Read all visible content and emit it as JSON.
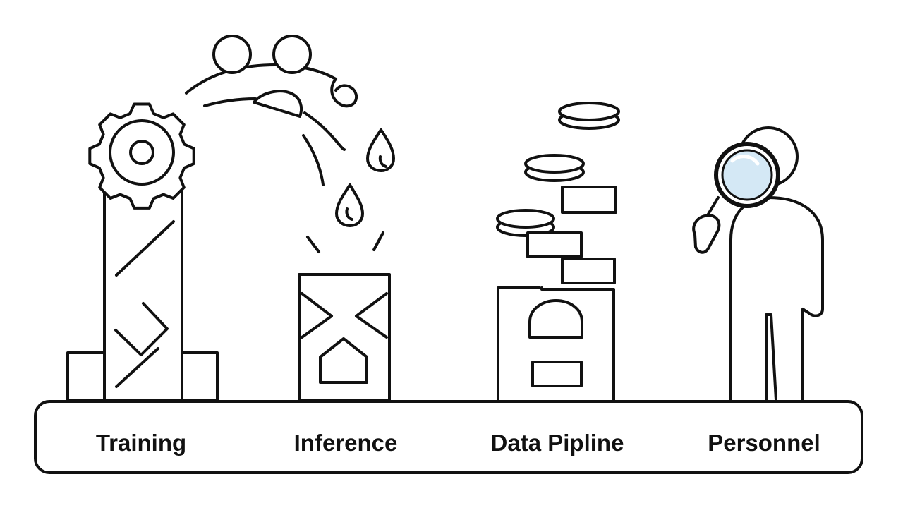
{
  "stations": [
    {
      "id": "training",
      "label": "Training"
    },
    {
      "id": "inference",
      "label": "Inference"
    },
    {
      "id": "data-pipeline",
      "label": "Data Pipline"
    },
    {
      "id": "personnel",
      "label": "Personnel"
    }
  ],
  "colors": {
    "stroke": "#111111",
    "background": "#ffffff",
    "lens_tint": "#d4e8f5"
  },
  "icons": [
    "gear-icon",
    "water-drop-icon",
    "coin-stack-icon",
    "magnifying-glass-icon",
    "person-icon"
  ]
}
